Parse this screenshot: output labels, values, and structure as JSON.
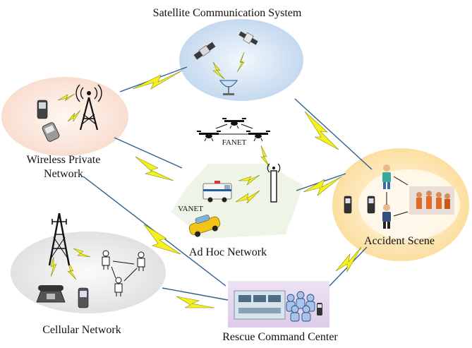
{
  "labels": {
    "satellite": "Satellite Communication System",
    "wireless_line1": "Wireless Private",
    "wireless_line2": "Network",
    "fanet": "FANET",
    "vanet": "VANET",
    "adhoc": "Ad Hoc Network",
    "accident": "Accident Scene",
    "cellular": "Cellular Network",
    "rescue": "Rescue Command Center"
  },
  "colors": {
    "satellite_fill": "#cfe0f2",
    "wireless_fill": "#fbe6dc",
    "adhoc_fill": "#eaf2e4",
    "accident_outer": "#fde9b8",
    "accident_inner": "#fff6e2",
    "cellular_fill": "#e6e6e6",
    "rescue_fill": "#e4d6ee",
    "link_blue": "#2d5f8f",
    "bolt_yellow": "#f4f21e",
    "bolt_outline": "#7a7a10"
  },
  "icons": [
    "satellite-icon",
    "ground-station-dish-icon",
    "radio-tower-icon",
    "mobile-phone-icon",
    "drone-icon",
    "ambulance-icon",
    "taxi-car-icon",
    "antenna-icon",
    "cell-tower-icon",
    "desk-phone-icon",
    "person-icon",
    "rescuer-icon",
    "rescue-team-icon",
    "control-room-icon",
    "crowd-icon"
  ]
}
